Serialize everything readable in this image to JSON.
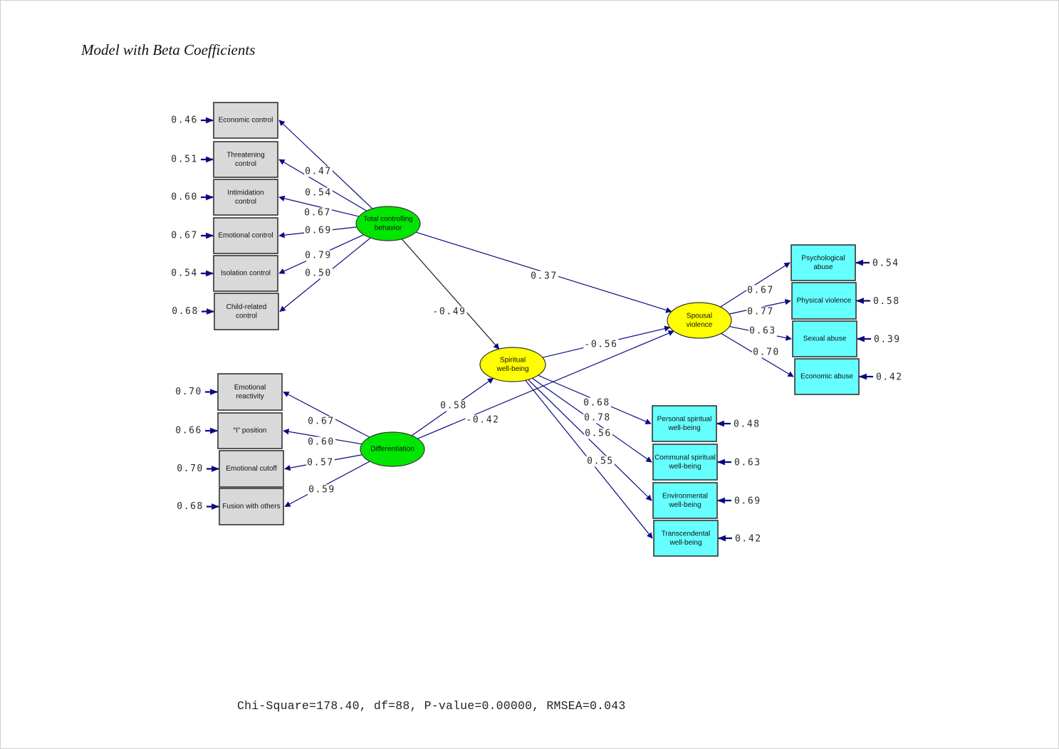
{
  "title": "Model with Beta Coefficients",
  "fit_statistics": {
    "text": "Chi-Square=178.40, df=88, P-value=0.00000, RMSEA=0.043",
    "chi_square": 178.4,
    "df": 88,
    "p_value": "0.00000",
    "rmsea": 0.043
  },
  "colors": {
    "exogenous_latent": "#00e600",
    "endogenous_latent": "#ffff00",
    "exogenous_indicator": "#d9d9d9",
    "endogenous_indicator": "#66ffff",
    "path": "#0a0a80"
  },
  "latents": [
    {
      "id": "tcb",
      "lines": [
        "Total controlling",
        "behavior"
      ],
      "type": "exogenous"
    },
    {
      "id": "diff",
      "lines": [
        "Differentiation"
      ],
      "type": "exogenous"
    },
    {
      "id": "swb",
      "lines": [
        "Spiritual",
        "well-being"
      ],
      "type": "endogenous"
    },
    {
      "id": "sv",
      "lines": [
        "Spousal",
        "violence"
      ],
      "type": "endogenous"
    }
  ],
  "indicators": [
    {
      "id": "ec",
      "latent": "tcb",
      "lines": [
        "Economic control"
      ],
      "loading": "0.47",
      "error": "0.46"
    },
    {
      "id": "tc",
      "latent": "tcb",
      "lines": [
        "Threatening",
        "control"
      ],
      "loading": "0.54",
      "error": "0.51"
    },
    {
      "id": "ic",
      "latent": "tcb",
      "lines": [
        "Intimidation",
        "control"
      ],
      "loading": "0.67",
      "error": "0.60"
    },
    {
      "id": "emc",
      "latent": "tcb",
      "lines": [
        "Emotional control"
      ],
      "loading": "0.69",
      "error": "0.67"
    },
    {
      "id": "isc",
      "latent": "tcb",
      "lines": [
        "Isolation control"
      ],
      "loading": "0.79",
      "error": "0.54"
    },
    {
      "id": "crc",
      "latent": "tcb",
      "lines": [
        "Child-related",
        "control"
      ],
      "loading": "0.50",
      "error": "0.68"
    },
    {
      "id": "er",
      "latent": "diff",
      "lines": [
        "Emotional",
        "reactivity"
      ],
      "loading": "0.67",
      "error": "0.70"
    },
    {
      "id": "ip",
      "latent": "diff",
      "lines": [
        "“I” position"
      ],
      "loading": "0.60",
      "error": "0.66"
    },
    {
      "id": "eco",
      "latent": "diff",
      "lines": [
        "Emotional cutoff"
      ],
      "loading": "0.57",
      "error": "0.70"
    },
    {
      "id": "fwo",
      "latent": "diff",
      "lines": [
        "Fusion with others"
      ],
      "loading": "0.59",
      "error": "0.68"
    },
    {
      "id": "psw",
      "latent": "swb",
      "lines": [
        "Personal spiritual",
        "well-being"
      ],
      "loading": "0.68",
      "error": "0.48"
    },
    {
      "id": "csw",
      "latent": "swb",
      "lines": [
        "Communal spiritual",
        "well-being"
      ],
      "loading": "0.78",
      "error": "0.63"
    },
    {
      "id": "enw",
      "latent": "swb",
      "lines": [
        "Environmental",
        "well-being"
      ],
      "loading": "0.56",
      "error": "0.69"
    },
    {
      "id": "trw",
      "latent": "swb",
      "lines": [
        "Transcendental",
        "well-being"
      ],
      "loading": "0.55",
      "error": "0.42"
    },
    {
      "id": "pa",
      "latent": "sv",
      "lines": [
        "Psychological",
        "abuse"
      ],
      "loading": "0.67",
      "error": "0.54"
    },
    {
      "id": "pv",
      "latent": "sv",
      "lines": [
        "Physical violence"
      ],
      "loading": "0.77",
      "error": "0.58"
    },
    {
      "id": "sa",
      "latent": "sv",
      "lines": [
        "Sexual abuse"
      ],
      "loading": "0.63",
      "error": "0.39"
    },
    {
      "id": "ea",
      "latent": "sv",
      "lines": [
        "Economic abuse"
      ],
      "loading": "0.70",
      "error": "0.42"
    }
  ],
  "structural_paths": [
    {
      "from": "tcb",
      "to": "sv",
      "beta": "0.37"
    },
    {
      "from": "tcb",
      "to": "swb",
      "beta": "-0.49"
    },
    {
      "from": "diff",
      "to": "swb",
      "beta": "0.58"
    },
    {
      "from": "diff",
      "to": "sv",
      "beta": "-0.42"
    },
    {
      "from": "swb",
      "to": "sv",
      "beta": "-0.56"
    }
  ]
}
